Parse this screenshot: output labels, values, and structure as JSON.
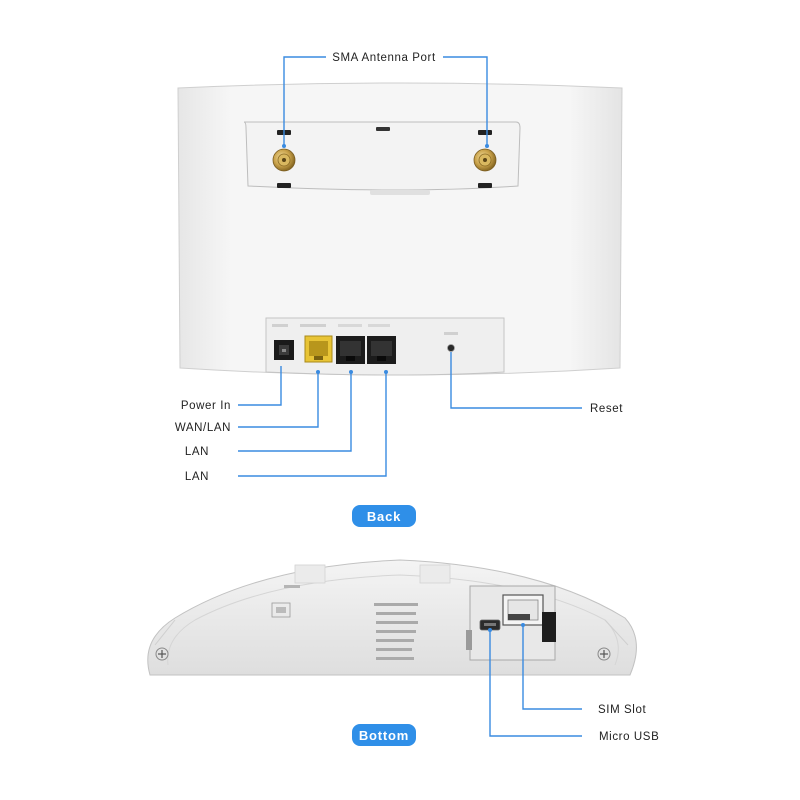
{
  "back_view": {
    "labels": {
      "antenna": "SMA Antenna Port",
      "power": "Power In",
      "wan": "WAN/LAN",
      "lan1": "LAN",
      "lan2": "LAN",
      "reset": "Reset"
    },
    "badge": "Back"
  },
  "bottom_view": {
    "labels": {
      "sim": "SIM Slot",
      "usb": "Micro USB"
    },
    "badge": "Bottom"
  },
  "colors": {
    "accent": "#3a8be0",
    "badge": "#2f8fe8",
    "wan_port": "#e8c436",
    "body": "#f2f2f2"
  }
}
